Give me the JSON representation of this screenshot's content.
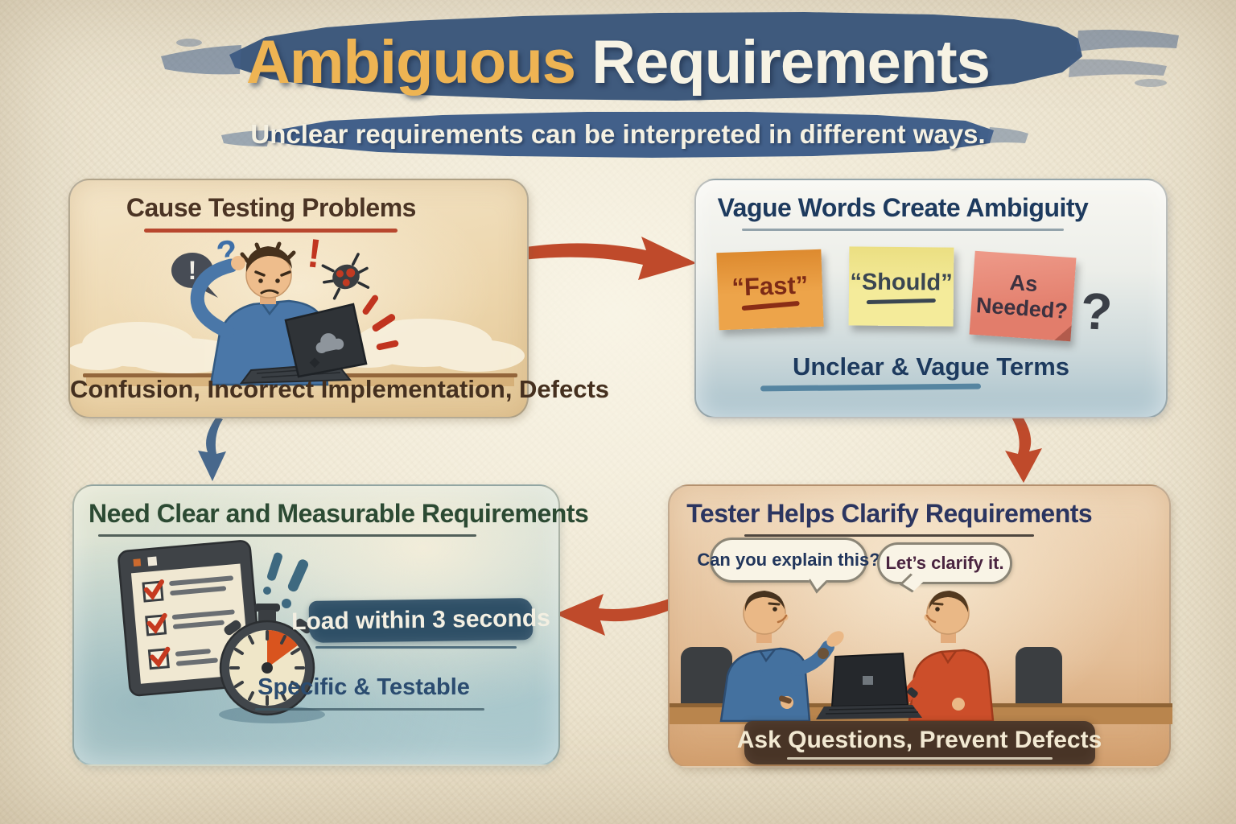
{
  "header": {
    "title_accent": "Ambiguous",
    "title_rest": " Requirements",
    "subtitle": "Unclear requirements can be interpreted in different ways."
  },
  "panel_cause": {
    "title": "Cause Testing Problems",
    "caption": "Confusion, Incorrect Implementation, Defects",
    "bubble_exclaim": "!",
    "question_mark": "?",
    "exclaim": "!"
  },
  "panel_vague": {
    "title": "Vague Words Create Ambiguity",
    "note_fast": "“Fast”",
    "note_should": "“Should”",
    "note_asneeded_line1": "As",
    "note_asneeded_line2": "Needed?",
    "big_question_mark": "?",
    "caption": "Unclear & Vague Terms"
  },
  "panel_clear": {
    "title": "Need Clear and Measurable Requirements",
    "badge": "Load within 3 seconds",
    "caption": "Specific & Testable"
  },
  "panel_tester": {
    "title": "Tester Helps Clarify Requirements",
    "bubble_question": "Can you explain this?",
    "bubble_answer": "Let’s clarify it.",
    "caption": "Ask Questions, Prevent Defects"
  },
  "colors": {
    "title_accent": "#eeb453",
    "title_rest": "#f7f3e4",
    "banner_blue": "#3f5a7d",
    "arrow_red": "#bf4a2b",
    "arrow_blue": "#47688c",
    "note_orange": "#e9993b",
    "note_yellow": "#eee28a",
    "note_salmon": "#e78576",
    "badge_navy": "#2e4f66",
    "banner_brown": "#483426"
  }
}
